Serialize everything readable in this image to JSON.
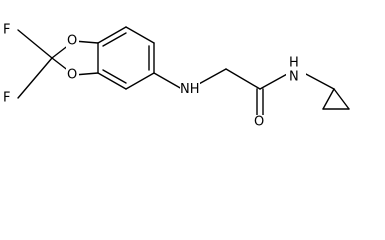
{
  "molecule": {
    "atoms": {
      "f_top": "F",
      "f_bottom": "F",
      "o_top": "O",
      "o_bottom": "O",
      "amine_n": "N",
      "amine_h": "H",
      "amide_n": "N",
      "amide_h": "H",
      "carbonyl_o": "O"
    }
  }
}
